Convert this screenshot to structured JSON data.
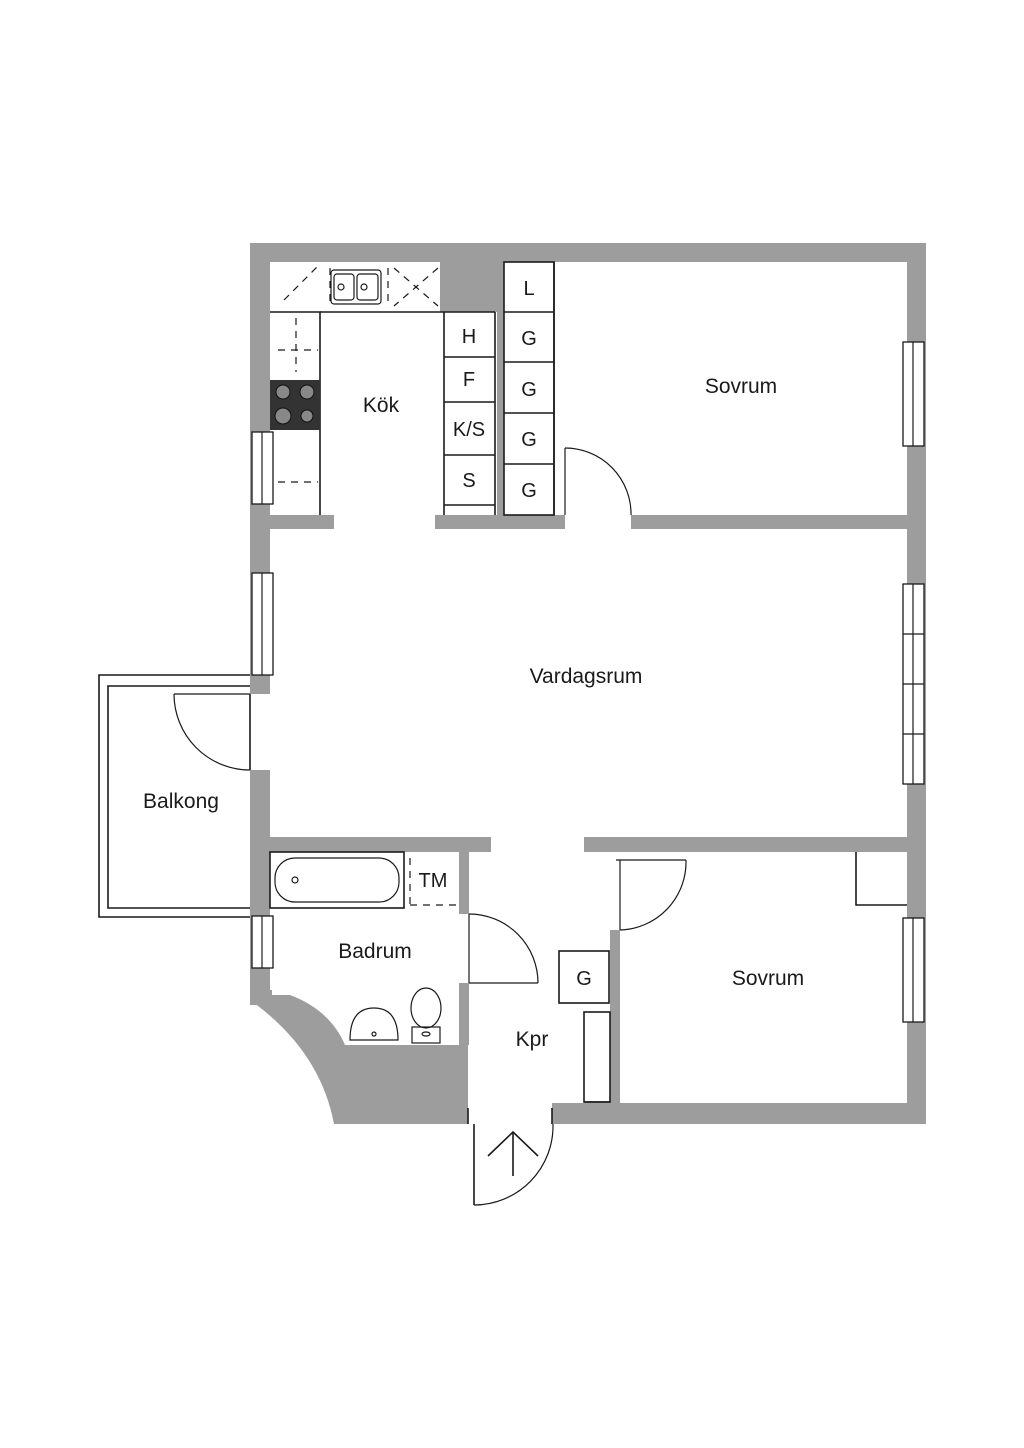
{
  "rooms": {
    "kok": "Kök",
    "sovrum_top": "Sovrum",
    "vardagsrum": "Vardagsrum",
    "balkong": "Balkong",
    "badrum": "Badrum",
    "kpr": "Kpr",
    "sovrum_bottom": "Sovrum"
  },
  "cabinets": {
    "kitchen": [
      "H",
      "F",
      "K/S",
      "S"
    ],
    "wardrobe": [
      "L",
      "G",
      "G",
      "G",
      "G"
    ],
    "tm": "TM",
    "hall_g": "G"
  },
  "colors": {
    "wall": "#9d9d9d",
    "line": "#1a1a1a",
    "background": "#ffffff"
  },
  "icons": {
    "entrance": "up-arrow-icon"
  }
}
